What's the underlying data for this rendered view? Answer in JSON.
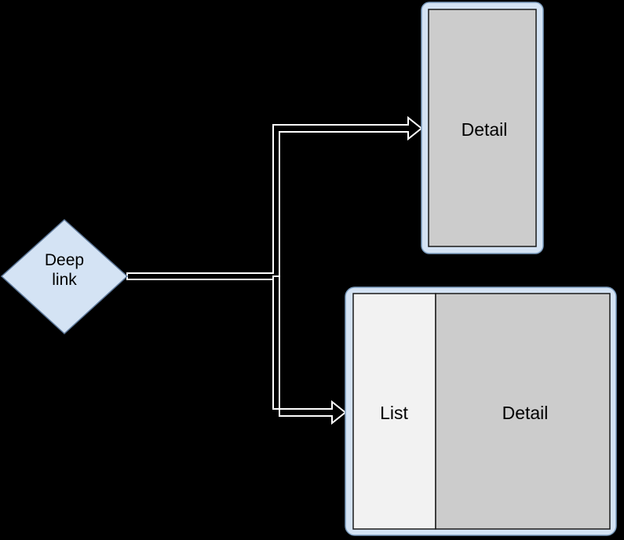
{
  "diagram": {
    "title": "Deep link navigation diagram",
    "background_color": "#000000",
    "nodes": {
      "deep_link": {
        "shape": "diamond",
        "label": "Deep\nlink",
        "fill_color": "#d4e3f4",
        "stroke_color": "#5f7a9b",
        "text_color": "#000000"
      },
      "phone_detail": {
        "shape": "rounded-rect-device",
        "bezel_color": "#d4e3f4",
        "bezel_stroke_color": "#7d9ec0",
        "screen_fill": "#cccccc",
        "screen_stroke": "#1a1a1a",
        "panes": [
          {
            "name": "detail-pane",
            "label": "Detail",
            "fill": "#cccccc"
          }
        ]
      },
      "tablet_list_detail": {
        "shape": "rounded-rect-device",
        "bezel_color": "#d4e3f4",
        "bezel_stroke_color": "#7d9ec0",
        "screen_stroke": "#1a1a1a",
        "panes": [
          {
            "name": "list-pane",
            "label": "List",
            "fill": "#f2f2f2"
          },
          {
            "name": "detail-pane",
            "label": "Detail",
            "fill": "#cccccc"
          }
        ]
      }
    },
    "edges": [
      {
        "name": "deep-link-to-phone-detail",
        "from": "deep_link",
        "to": "phone_detail",
        "style": "outlined-block-arrow",
        "stroke_color": "#ffffff",
        "fill_color": "#000000",
        "label": ""
      },
      {
        "name": "deep-link-to-tablet",
        "from": "deep_link",
        "to": "tablet_list_detail",
        "style": "outlined-block-arrow",
        "stroke_color": "#ffffff",
        "fill_color": "#000000",
        "label": ""
      }
    ]
  }
}
